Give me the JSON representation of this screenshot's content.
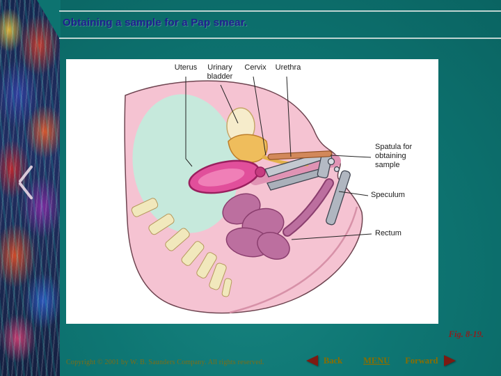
{
  "slide": {
    "title": "Obtaining a sample for a Pap smear.",
    "figure_caption": "Fig. 8-19.",
    "copyright": "Copyright © 2001 by W. B. Saunders Company. All rights reserved.",
    "nav": {
      "back": "Back",
      "menu": "MENU",
      "forward": "Forward"
    }
  },
  "figure": {
    "labels": {
      "uterus": "Uterus",
      "urinary_bladder": "Urinary bladder",
      "cervix": "Cervix",
      "urethra": "Urethra",
      "spatula": "Spatula for obtaining sample",
      "speculum": "Speculum",
      "rectum": "Rectum"
    }
  },
  "colors": {
    "background_teal": "#0e7673",
    "title_navy": "#1f1f8f",
    "caption_red": "#8b1f1f",
    "nav_gold": "#8a6d00",
    "arrow_maroon": "#7c1a12"
  }
}
